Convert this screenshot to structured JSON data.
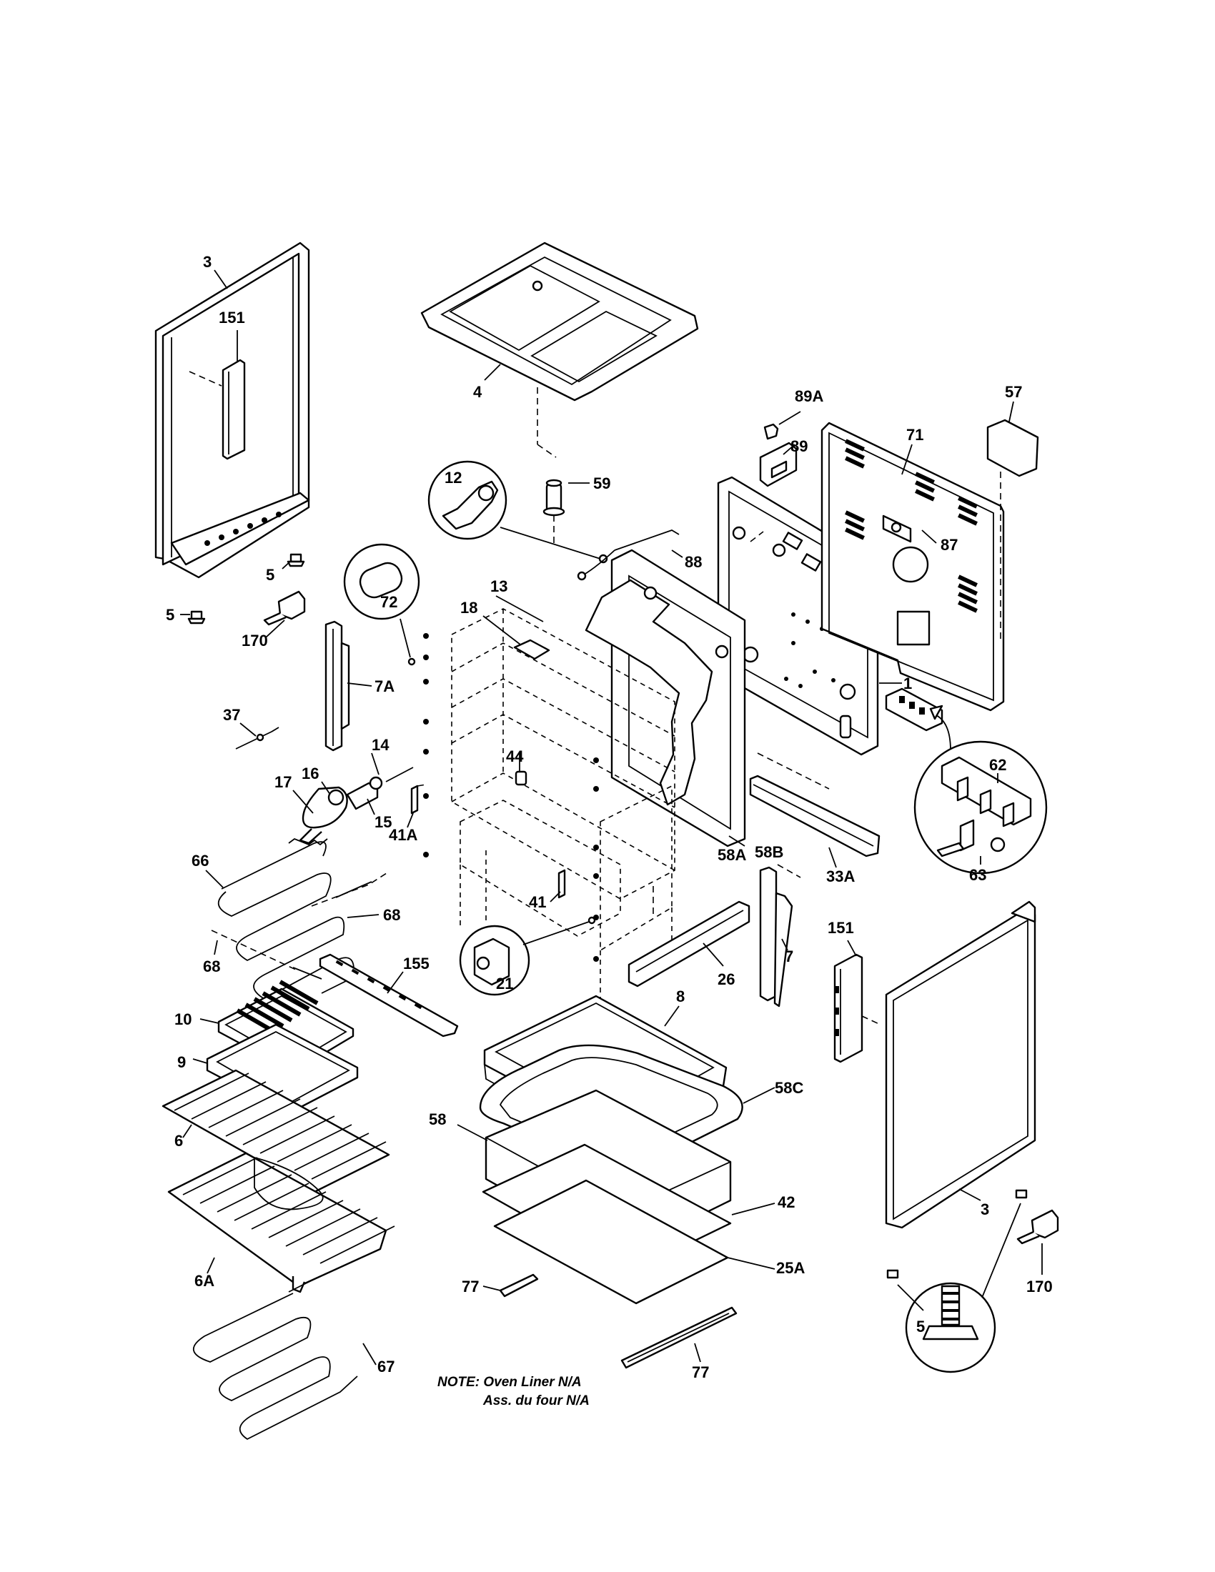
{
  "callouts": [
    {
      "id": "c-3a",
      "text": "3"
    },
    {
      "id": "c-151a",
      "text": "151"
    },
    {
      "id": "c-5a",
      "text": "5"
    },
    {
      "id": "c-5b",
      "text": "5"
    },
    {
      "id": "c-170a",
      "text": "170"
    },
    {
      "id": "c-4",
      "text": "4"
    },
    {
      "id": "c-89a",
      "text": "89A"
    },
    {
      "id": "c-89",
      "text": "89"
    },
    {
      "id": "c-71",
      "text": "71"
    },
    {
      "id": "c-57",
      "text": "57"
    },
    {
      "id": "c-12",
      "text": "12"
    },
    {
      "id": "c-59",
      "text": "59"
    },
    {
      "id": "c-88",
      "text": "88"
    },
    {
      "id": "c-87",
      "text": "87"
    },
    {
      "id": "c-72",
      "text": "72"
    },
    {
      "id": "c-13",
      "text": "13"
    },
    {
      "id": "c-18",
      "text": "18"
    },
    {
      "id": "c-7a",
      "text": "7A"
    },
    {
      "id": "c-1",
      "text": "1"
    },
    {
      "id": "c-37",
      "text": "37"
    },
    {
      "id": "c-14",
      "text": "14"
    },
    {
      "id": "c-16",
      "text": "16"
    },
    {
      "id": "c-17",
      "text": "17"
    },
    {
      "id": "c-15",
      "text": "15"
    },
    {
      "id": "c-44",
      "text": "44"
    },
    {
      "id": "c-41a",
      "text": "41A"
    },
    {
      "id": "c-58a",
      "text": "58A"
    },
    {
      "id": "c-58b",
      "text": "58B"
    },
    {
      "id": "c-33a",
      "text": "33A"
    },
    {
      "id": "c-62",
      "text": "62"
    },
    {
      "id": "c-63",
      "text": "63"
    },
    {
      "id": "c-66",
      "text": "66"
    },
    {
      "id": "c-68a",
      "text": "68"
    },
    {
      "id": "c-68b",
      "text": "68"
    },
    {
      "id": "c-41",
      "text": "41"
    },
    {
      "id": "c-155",
      "text": "155"
    },
    {
      "id": "c-21",
      "text": "21"
    },
    {
      "id": "c-26",
      "text": "26"
    },
    {
      "id": "c-7",
      "text": "7"
    },
    {
      "id": "c-151b",
      "text": "151"
    },
    {
      "id": "c-10",
      "text": "10"
    },
    {
      "id": "c-8",
      "text": "8"
    },
    {
      "id": "c-9",
      "text": "9"
    },
    {
      "id": "c-58c",
      "text": "58C"
    },
    {
      "id": "c-6",
      "text": "6"
    },
    {
      "id": "c-58",
      "text": "58"
    },
    {
      "id": "c-42",
      "text": "42"
    },
    {
      "id": "c-3b",
      "text": "3"
    },
    {
      "id": "c-6a",
      "text": "6A"
    },
    {
      "id": "c-25a",
      "text": "25A"
    },
    {
      "id": "c-77a",
      "text": "77"
    },
    {
      "id": "c-77b",
      "text": "77"
    },
    {
      "id": "c-5c",
      "text": "5"
    },
    {
      "id": "c-170b",
      "text": "170"
    },
    {
      "id": "c-67",
      "text": "67"
    }
  ],
  "note": {
    "line1": "NOTE: Oven Liner N/A",
    "line2": "Ass. du four N/A"
  }
}
